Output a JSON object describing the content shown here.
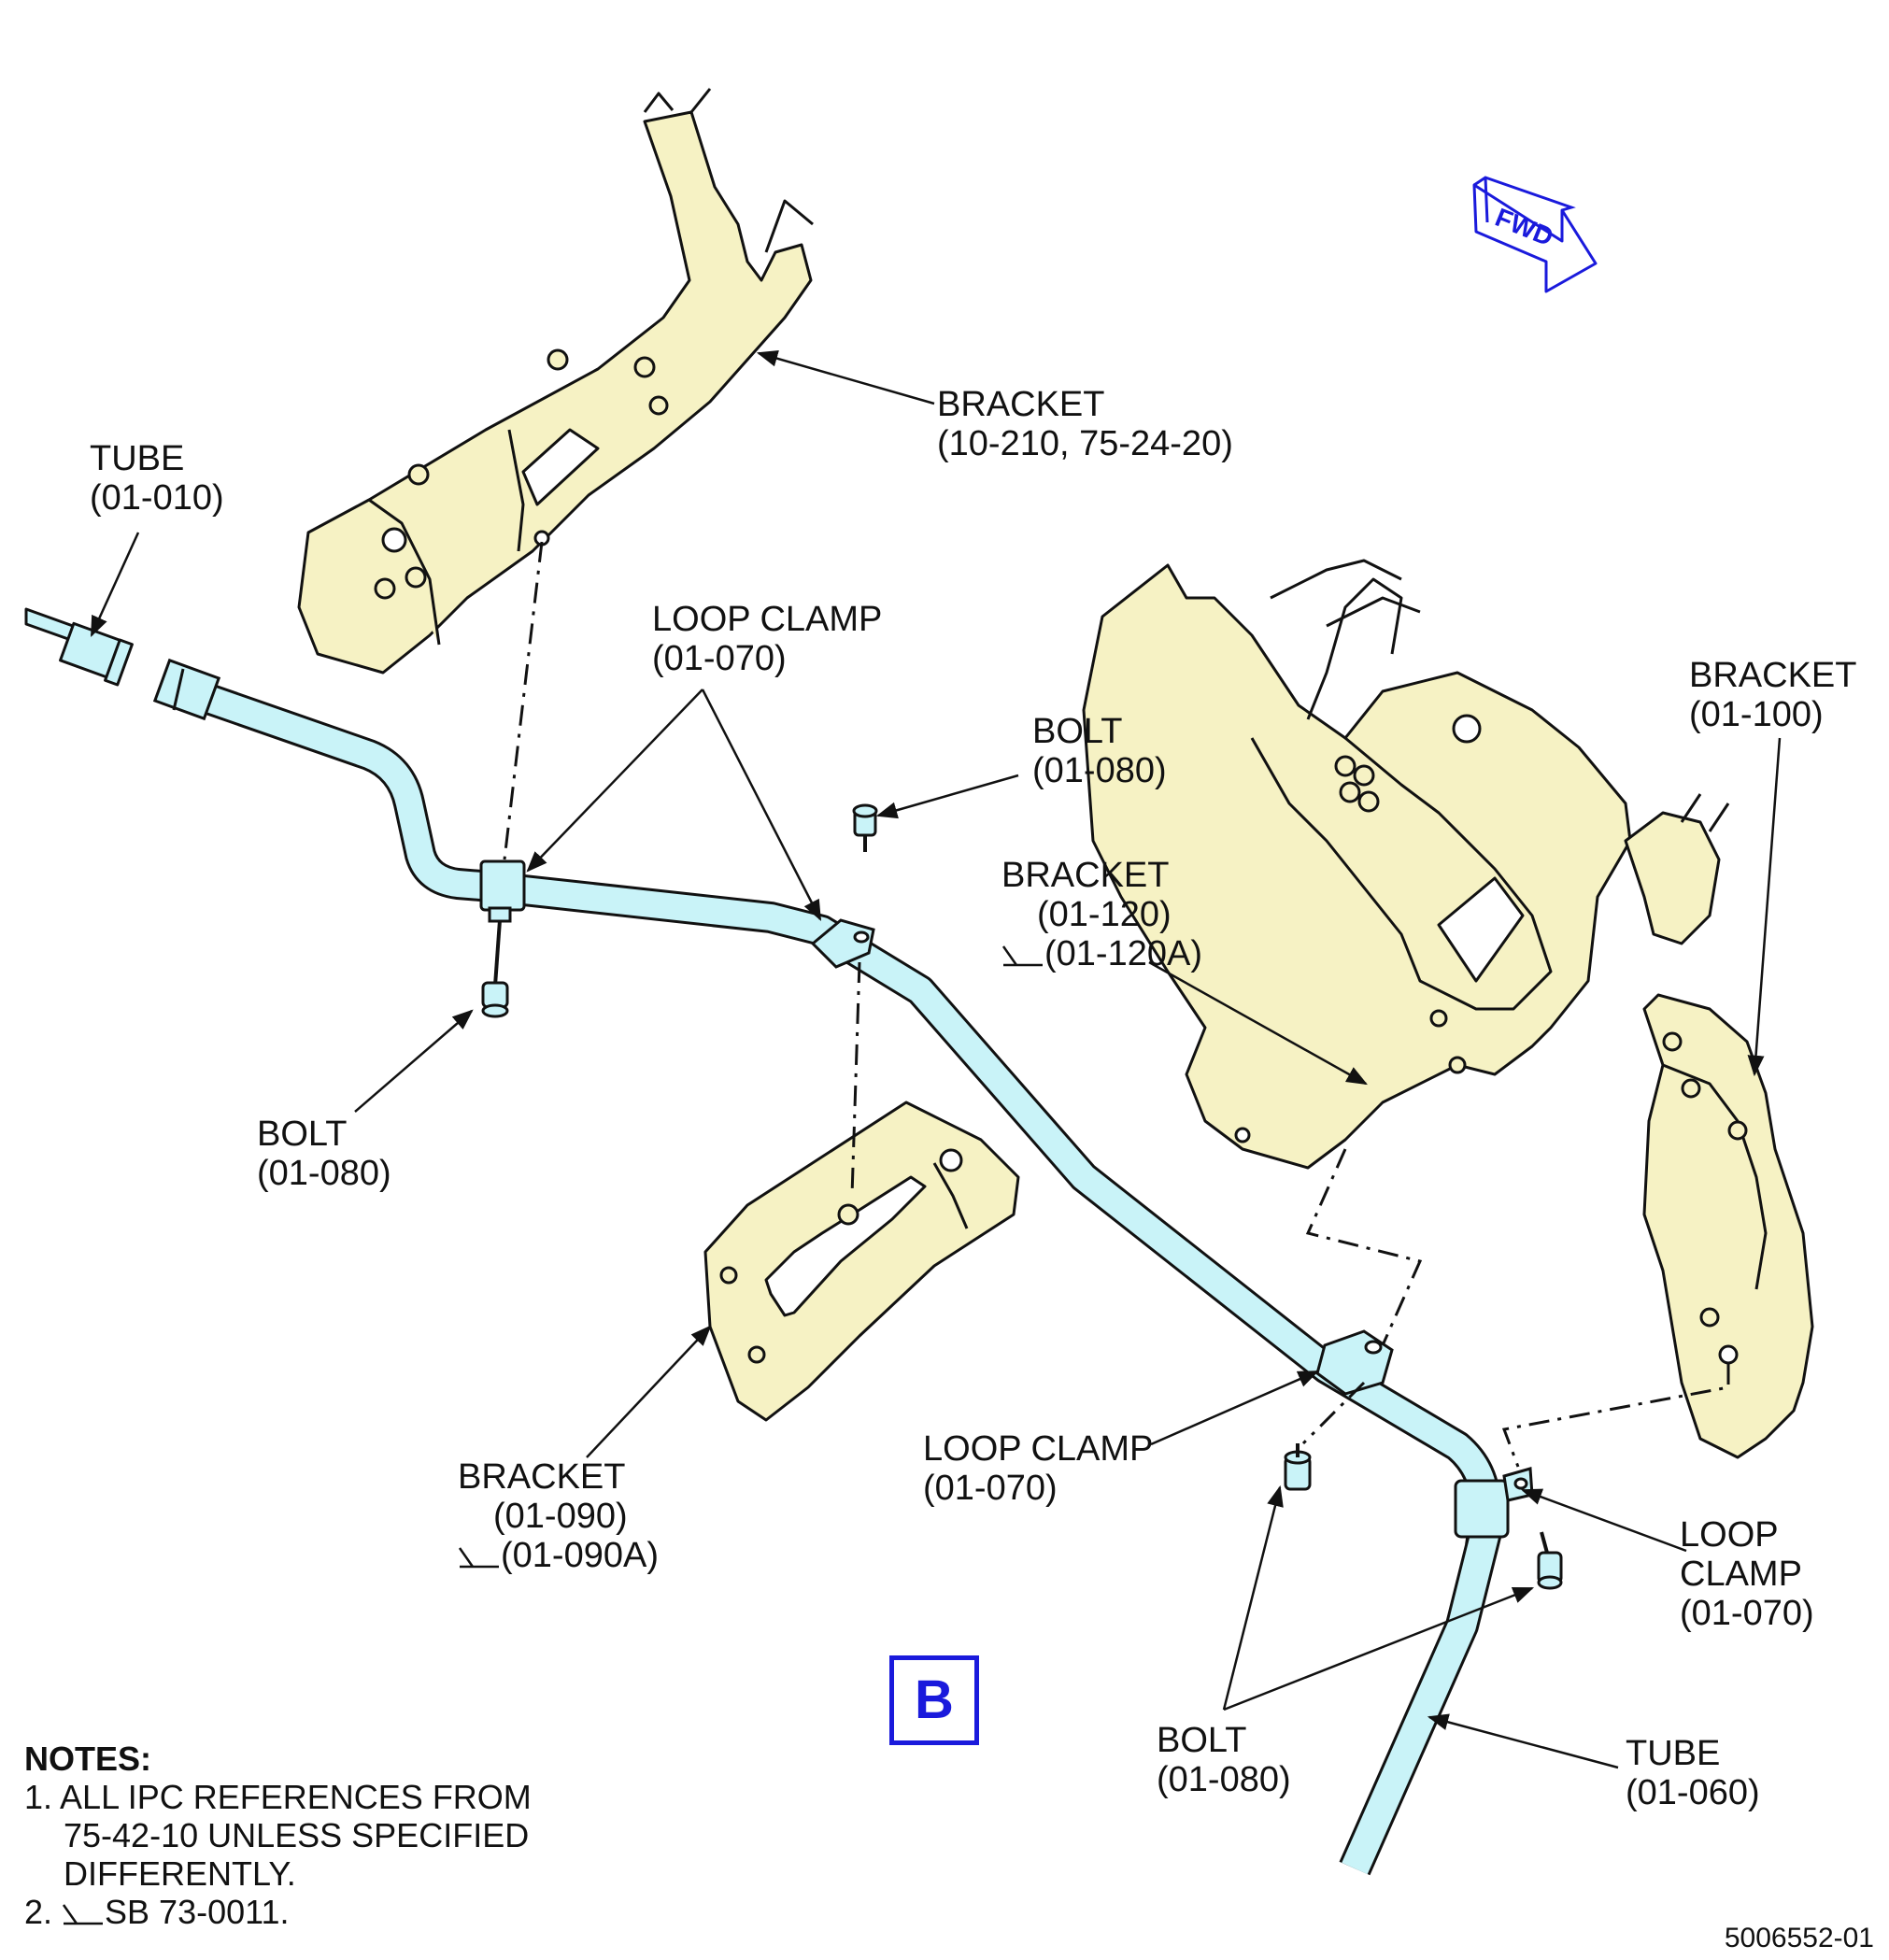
{
  "view_label": "B",
  "fwd_label": "FWD",
  "drawing_number": "5006552-01",
  "callouts": {
    "tube_01_010": {
      "name": "TUBE",
      "ref": "(01-010)"
    },
    "bracket_10_210": {
      "name": "BRACKET",
      "ref": "(10-210, 75-24-20)"
    },
    "loop_clamp_upper": {
      "name": "LOOP CLAMP",
      "ref": "(01-070)"
    },
    "bolt_upper": {
      "name": "BOLT",
      "ref": "(01-080)"
    },
    "bracket_01_120": {
      "name": "BRACKET",
      "ref": "(01-120)",
      "alt_ref": "(01-120A)"
    },
    "bracket_01_100": {
      "name": "BRACKET",
      "ref": "(01-100)"
    },
    "bolt_left": {
      "name": "BOLT",
      "ref": "(01-080)"
    },
    "bracket_01_090": {
      "name": "BRACKET",
      "ref": "(01-090)",
      "alt_ref": "(01-090A)"
    },
    "loop_clamp_mid": {
      "name": "LOOP CLAMP",
      "ref": "(01-070)"
    },
    "loop_clamp_right": {
      "name1": "LOOP",
      "name2": "CLAMP",
      "ref": "(01-070)"
    },
    "bolt_lower": {
      "name": "BOLT",
      "ref": "(01-080)"
    },
    "tube_01_060": {
      "name": "TUBE",
      "ref": "(01-060)"
    }
  },
  "notes": {
    "heading": "NOTES:",
    "note1_line1": "1. ALL IPC REFERENCES FROM",
    "note1_line2": "75-42-10 UNLESS SPECIFIED",
    "note1_line3": "DIFFERENTLY.",
    "note2_prefix": "2. ",
    "note2_text": "SB 73-0011."
  },
  "colors": {
    "tube_fill": "#c9f3f8",
    "bracket_fill": "#f6f2c4",
    "line": "#111111",
    "accent_blue": "#1a1adc"
  }
}
